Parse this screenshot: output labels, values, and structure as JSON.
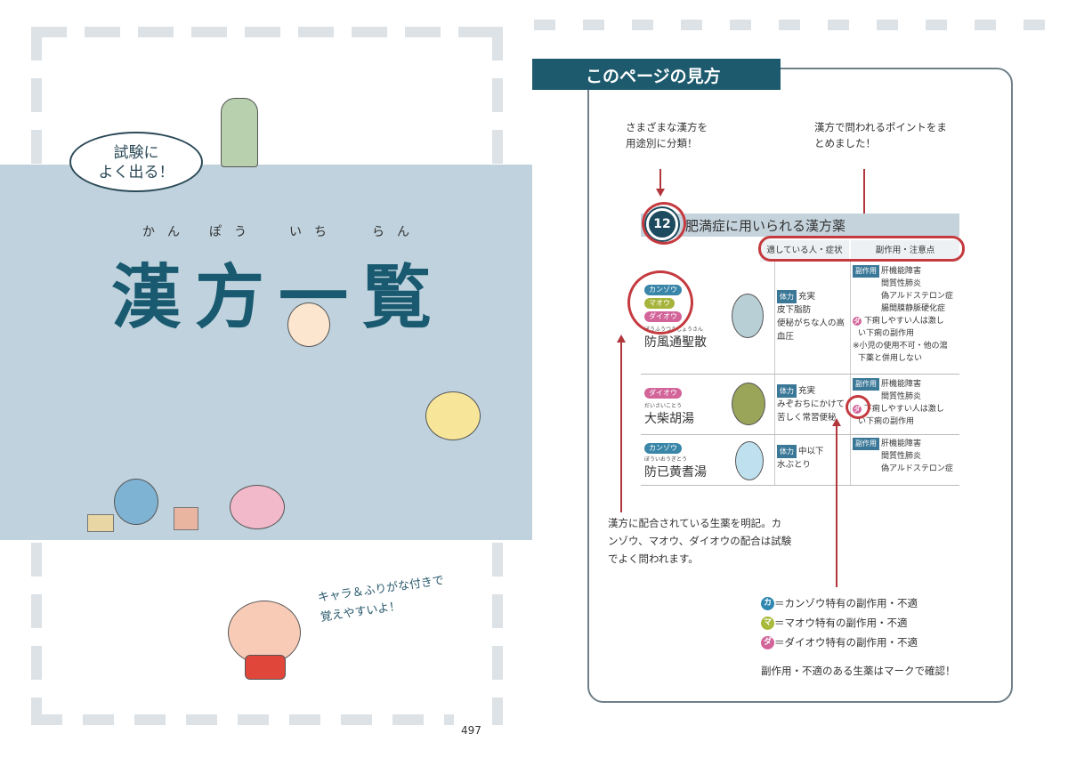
{
  "left_page": {
    "bubble_text": [
      "試験に",
      "よく出る！"
    ],
    "title": "漢方一覧",
    "ruby": [
      "かん",
      "ぽう",
      "いち",
      "らん"
    ],
    "caption": [
      "キャラ＆ふりがな付きで",
      "覚えやすいよ！"
    ],
    "page_number": "497"
  },
  "right_page": {
    "section_title": "このページの見方",
    "note_top_left": [
      "さまざまな漢方を",
      "用途別に分類！"
    ],
    "note_top_right": [
      "漢方で問われるポイントをま",
      "とめました！"
    ],
    "sample": {
      "number": "12",
      "heading": "肥満症に用いられる漢方薬",
      "col_headers": [
        "適している人・症状",
        "副作用・注意点"
      ],
      "rows": [
        {
          "badges": [
            "カンゾウ",
            "マオウ",
            "ダイオウ"
          ],
          "furigana": "ぼうふうつうしょうさん",
          "name": "防風通聖散",
          "suitable": [
            "充実",
            "皮下脂肪",
            "便秘がちな人の高",
            "血圧"
          ],
          "cautions": [
            "肝機能障害",
            "間質性肺炎",
            "偽アルドステロン症",
            "腸間膜静脈硬化症",
            "下痢しやすい人は激し",
            "い下痢の副作用",
            "※小児の使用不可・他の瀉",
            "下薬と併用しない"
          ]
        },
        {
          "badges": [
            "ダイオウ"
          ],
          "furigana": "だいさいことう",
          "name": "大柴胡湯",
          "suitable": [
            "充実",
            "みぞおちにかけて",
            "苦しく常習便秘"
          ],
          "cautions": [
            "肝機能障害",
            "間質性肺炎",
            "下痢しやすい人は激し",
            "い下痢の副作用"
          ]
        },
        {
          "badges": [
            "カンゾウ"
          ],
          "furigana": "ぼういおうぎとう",
          "name": "防已黄耆湯",
          "suitable": [
            "中以下",
            "水ぶとり"
          ],
          "cautions": [
            "肝機能障害",
            "間質性肺炎",
            "偽アルドステロン症"
          ]
        }
      ],
      "tag_tairyoku": "体力",
      "tag_fukusayo": "副作用",
      "mark_da": "ダ"
    },
    "note_bottom_left": [
      "漢方に配合されている生薬を明記。カ",
      "ンゾウ、マオウ、ダイオウの配合は試験",
      "でよく問われます。"
    ],
    "legend": [
      {
        "mark": "カ",
        "text": "＝カンゾウ特有の副作用・不適",
        "color": "#2f86b0"
      },
      {
        "mark": "マ",
        "text": "＝マオウ特有の副作用・不適",
        "color": "#a9b93a"
      },
      {
        "mark": "ダ",
        "text": "＝ダイオウ特有の副作用・不適",
        "color": "#d2649a"
      }
    ],
    "legend_footer": "副作用・不適のある生薬はマークで確認！"
  }
}
